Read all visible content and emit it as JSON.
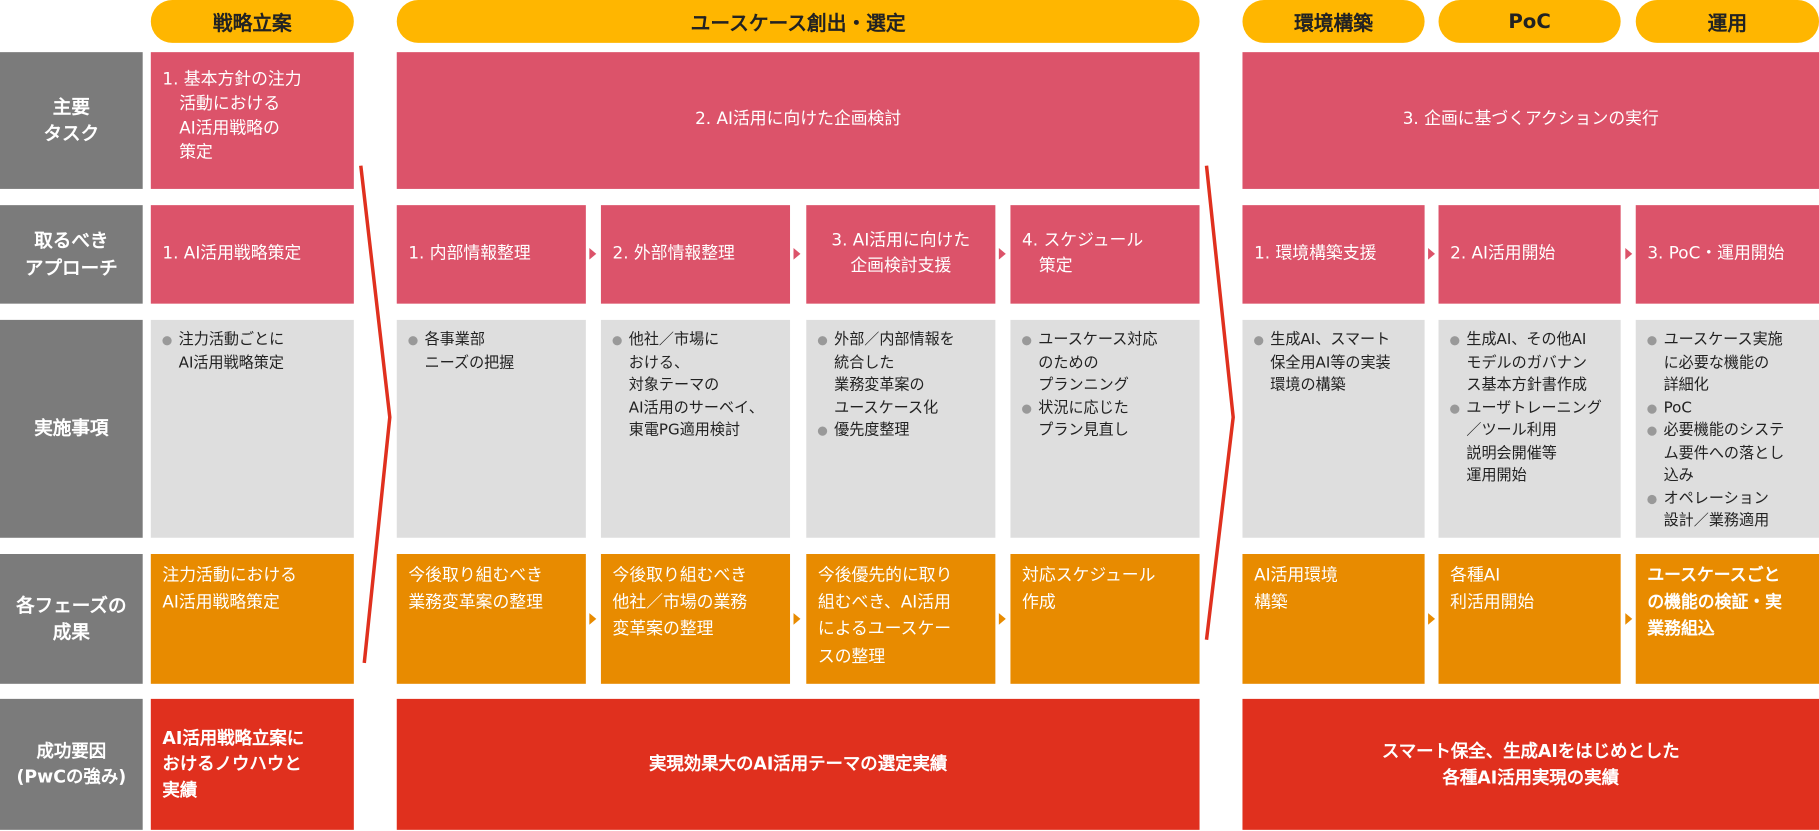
{
  "phases": [
    "戦略立案",
    "ユースケース創出・選定",
    "環境構築",
    "PoC",
    "運用"
  ],
  "row_labels": [
    "主要\nタスク",
    "取るべき\nアプローチ",
    "実施事項",
    "各フェーズの\n成果",
    "成功要因\n(PwCの強み)"
  ],
  "tasks": [
    "1. 基本方針の注力\n　活動における\n　AI活用戦略の\n　策定",
    "2. AI活用に向けた企画検討",
    "3. 企画に基づくアクションの実行"
  ],
  "approaches": [
    "1. AI活用戦略策定",
    "1. 内部情報整理",
    "2. 外部情報整理",
    "3. AI活用に向けた\n企画検討支援",
    "4. スケジュール\n　策定",
    "1. 環境構築支援",
    "2. AI活用開始",
    "3. PoC・運用開始"
  ],
  "activities": [
    [
      "注力活動ごとに\nAI活用戦略策定"
    ],
    [
      "各事業部\nニーズの把握"
    ],
    [
      "他社／市場に\nおける、\n対象テーマの\nAI活用のサーベイ、\n東電PG適用検討"
    ],
    [
      "外部／内部情報を\n統合した\n業務変革案の\nユースケース化",
      "優先度整理"
    ],
    [
      "ユースケース対応\nのための\nプランニング",
      "状況に応じた\nプラン見直し"
    ],
    [
      "生成AI、スマート\n保全用AI等の実装\n環境の構築"
    ],
    [
      "生成AI、その他AI\nモデルのガバナン\nス基本方針書作成",
      "ユーザトレーニング\n／ツール利用\n説明会開催等\n運用開始"
    ],
    [
      "ユースケース実施\nに必要な機能の\n詳細化",
      "PoC",
      "必要機能のシステ\nム要件への落とし\n込み",
      "オペレーション\n設計／業務適用"
    ]
  ],
  "outcomes": [
    "注力活動における\nAI活用戦略策定",
    "今後取り組むべき\n業務変革案の整理",
    "今後取り組むべき\n他社／市場の業務\n変革案の整理",
    "今後優先的に取り\n組むべき、AI活用\nによるユースケー\nスの整理",
    "対応スケジュール\n作成",
    "AI活用環境\n構築",
    "各種AI\n利活用開始",
    "ユースケースごと\nの機能の検証・実\n業務組込"
  ],
  "success": [
    "AI活用戦略立案に\nおけるノウハウと\n実績",
    "実現効果大のAI活用テーマの選定実績",
    "スマート保全、生成AIをはじめとした\n各種AI活用実現の実績"
  ],
  "colors": {
    "pill": "#FFB600",
    "pink": "#DC536A",
    "gray": "#DEDEDE",
    "orange": "#E88B00",
    "red": "#E0301E",
    "label": "#7B7B7B"
  }
}
